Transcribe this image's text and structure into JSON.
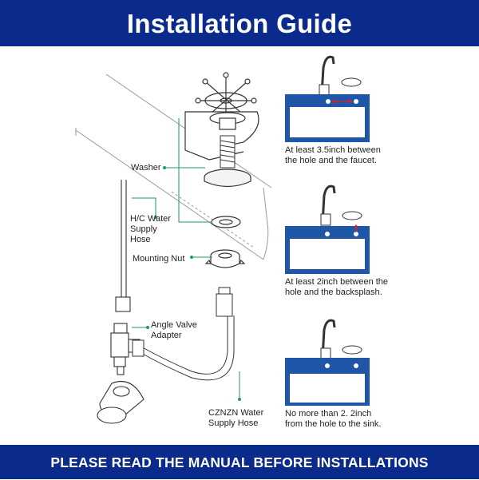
{
  "header": {
    "title": "Installation Guide"
  },
  "footer": {
    "notice": "PLEASE READ THE MANUAL BEFORE INSTALLATIONS"
  },
  "parts": {
    "washer": "Washer",
    "hc_hose": "H/C Water\nSupply\nHose",
    "mounting_nut": "Mounting Nut",
    "angle_valve": "Angle Valve\nAdapter",
    "czn_hose": "CZNZN Water\nSupply Hose"
  },
  "tips": [
    {
      "text": "At least 3.5inch between\nthe hole and the faucet."
    },
    {
      "text": "At least 2inch between  the\nhole and the backsplash."
    },
    {
      "text": "No more than 2. 2inch\nfrom the hole to the sink."
    }
  ],
  "colors": {
    "banner": "#0a2a8c",
    "sink_blue": "#1f56a8",
    "leader_green": "#1c9b5a",
    "marker_red": "#e02020"
  }
}
